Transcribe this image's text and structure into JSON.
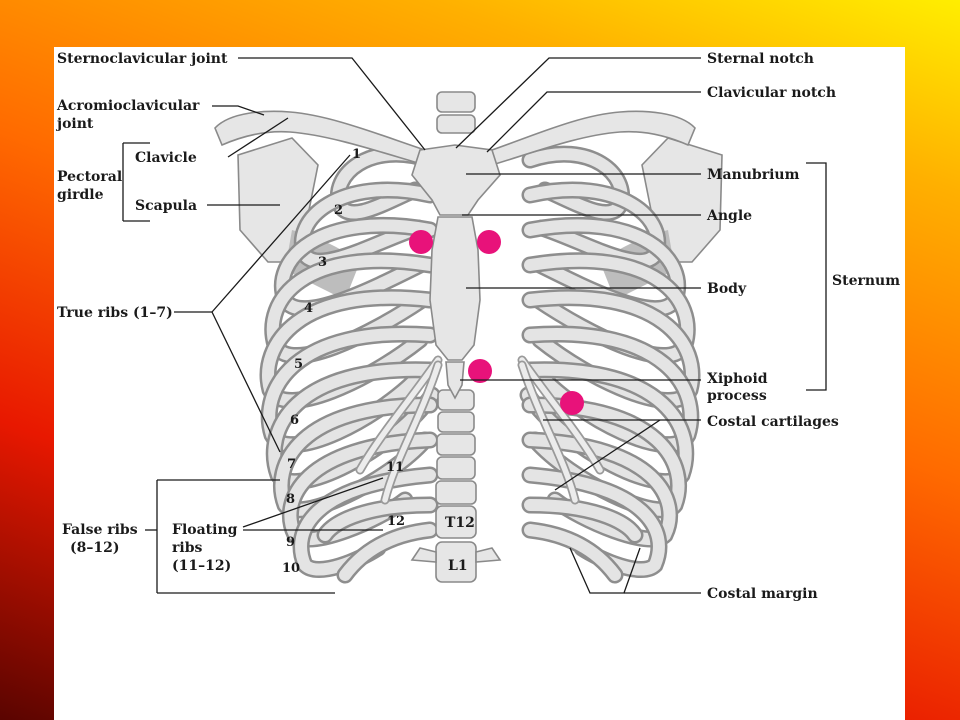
{
  "labels_left": {
    "sternoclavicular_joint": "Sternoclavicular joint",
    "acromioclavicular_joint_line1": "Acromioclavicular",
    "acromioclavicular_joint_line2": "joint",
    "pectoral_girdle_line1": "Pectoral",
    "pectoral_girdle_line2": "girdle",
    "clavicle": "Clavicle",
    "scapula": "Scapula",
    "true_ribs": "True ribs (1–7)",
    "false_ribs_line1": "False ribs",
    "false_ribs_line2": "(8–12)",
    "floating_ribs_line1": "Floating",
    "floating_ribs_line2": "ribs",
    "floating_ribs_line3": "(11–12)"
  },
  "labels_right": {
    "sternal_notch": "Sternal notch",
    "clavicular_notch": "Clavicular notch",
    "manubrium": "Manubrium",
    "angle": "Angle",
    "body": "Body",
    "sternum": "Sternum",
    "xiphoid_process_line1": "Xiphoid",
    "xiphoid_process_line2": "process",
    "costal_cartilages": "Costal cartilages",
    "costal_margin": "Costal margin"
  },
  "rib_numbers": [
    "1",
    "2",
    "3",
    "4",
    "5",
    "6",
    "7",
    "8",
    "9",
    "10",
    "11",
    "12"
  ],
  "vertebra_labels": {
    "t12": "T12",
    "l1": "L1"
  },
  "colors": {
    "marker": "#e8127a",
    "bone": "#e6e6e6",
    "bone_outline": "#8a8a8a",
    "panel": "#ffffff"
  }
}
